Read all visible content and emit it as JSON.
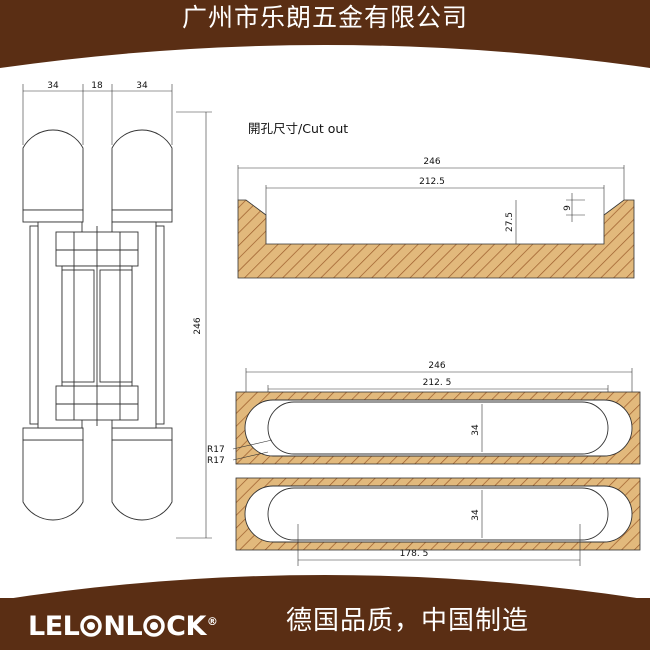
{
  "header": {
    "company": "广州市乐朗五金有限公司"
  },
  "cutout_title": "開孔尺寸/Cut out",
  "side_view": {
    "widths": [
      "34",
      "18",
      "34"
    ],
    "height": "246"
  },
  "section_view": {
    "overall": "246",
    "inner": "212.5",
    "depth": "27.5",
    "step": "9"
  },
  "plan_view": {
    "overall": "246",
    "inner": "212. 5",
    "width": "34",
    "radius_1": "R17",
    "radius_2": "R17",
    "width_2": "34",
    "center": "178. 5"
  },
  "footer": {
    "logo_before_o": "LEL",
    "logo_after_o": "NL",
    "logo_after_c": "CK",
    "registered": "®",
    "slogan": "德国品质，中国制造"
  },
  "colors": {
    "brand": "#5a2e14",
    "panel": "#ffffff",
    "wood": "#e2b97c",
    "part_fill": "#ffffff"
  }
}
